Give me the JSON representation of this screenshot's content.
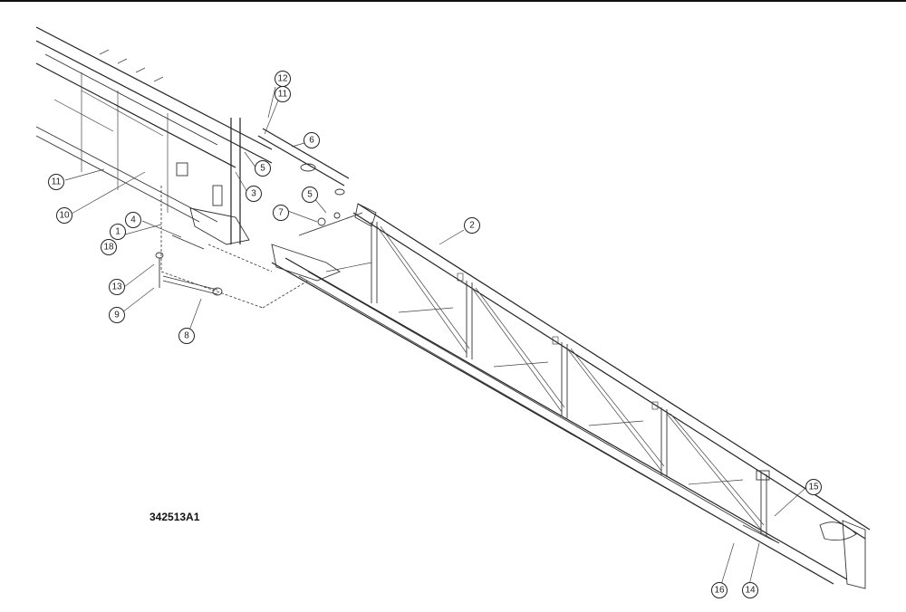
{
  "drawing_id": "342513A1",
  "callouts": [
    {
      "id": "c12a",
      "label": "12"
    },
    {
      "id": "c11a",
      "label": "11"
    },
    {
      "id": "c6",
      "label": "6"
    },
    {
      "id": "c5a",
      "label": "5"
    },
    {
      "id": "c3",
      "label": "3"
    },
    {
      "id": "c5b",
      "label": "5"
    },
    {
      "id": "c7",
      "label": "7"
    },
    {
      "id": "c2",
      "label": "2"
    },
    {
      "id": "c11b",
      "label": "11"
    },
    {
      "id": "c10",
      "label": "10"
    },
    {
      "id": "c4",
      "label": "4"
    },
    {
      "id": "c1",
      "label": "1"
    },
    {
      "id": "c18",
      "label": "18"
    },
    {
      "id": "c13",
      "label": "13"
    },
    {
      "id": "c9",
      "label": "9"
    },
    {
      "id": "c8",
      "label": "8"
    },
    {
      "id": "c15",
      "label": "15"
    },
    {
      "id": "c16",
      "label": "16"
    },
    {
      "id": "c14",
      "label": "14"
    }
  ]
}
